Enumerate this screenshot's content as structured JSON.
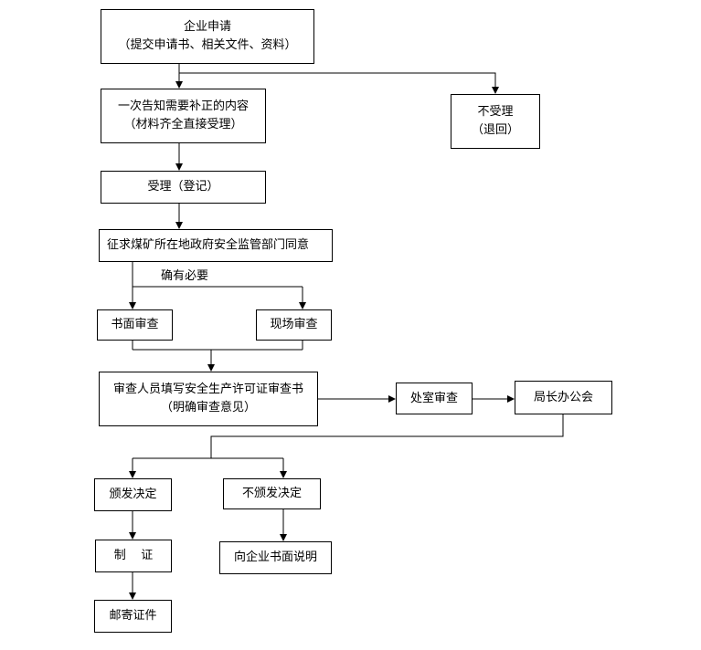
{
  "nodes": {
    "apply": {
      "line1": "企业申请",
      "line2": "（提交申请书、相关文件、资料）"
    },
    "notify": {
      "line1": "一次告知需要补正的内容",
      "line2": "（材料齐全直接受理）"
    },
    "reject": {
      "line1": "不受理",
      "line2": "（退回）"
    },
    "accept": {
      "line1": "受理（登记）"
    },
    "consult": {
      "line1": "征求煤矿所在地政府安全监管部门同意"
    },
    "doc_review": {
      "line1": "书面审查"
    },
    "site_review": {
      "line1": "现场审查"
    },
    "fill_form": {
      "line1": "审查人员填写安全生产许可证审查书",
      "line2": "（明确审查意见）"
    },
    "office_review": {
      "line1": "处室审查"
    },
    "bureau_meeting": {
      "line1": "局长办公会"
    },
    "issue": {
      "line1": "颁发决定"
    },
    "no_issue": {
      "line1": "不颁发决定"
    },
    "make_cert": {
      "line1": "制    证"
    },
    "explain": {
      "line1": "向企业书面说明"
    },
    "mail": {
      "line1": "邮寄证件"
    }
  },
  "labels": {
    "necessary": "确有必要"
  }
}
